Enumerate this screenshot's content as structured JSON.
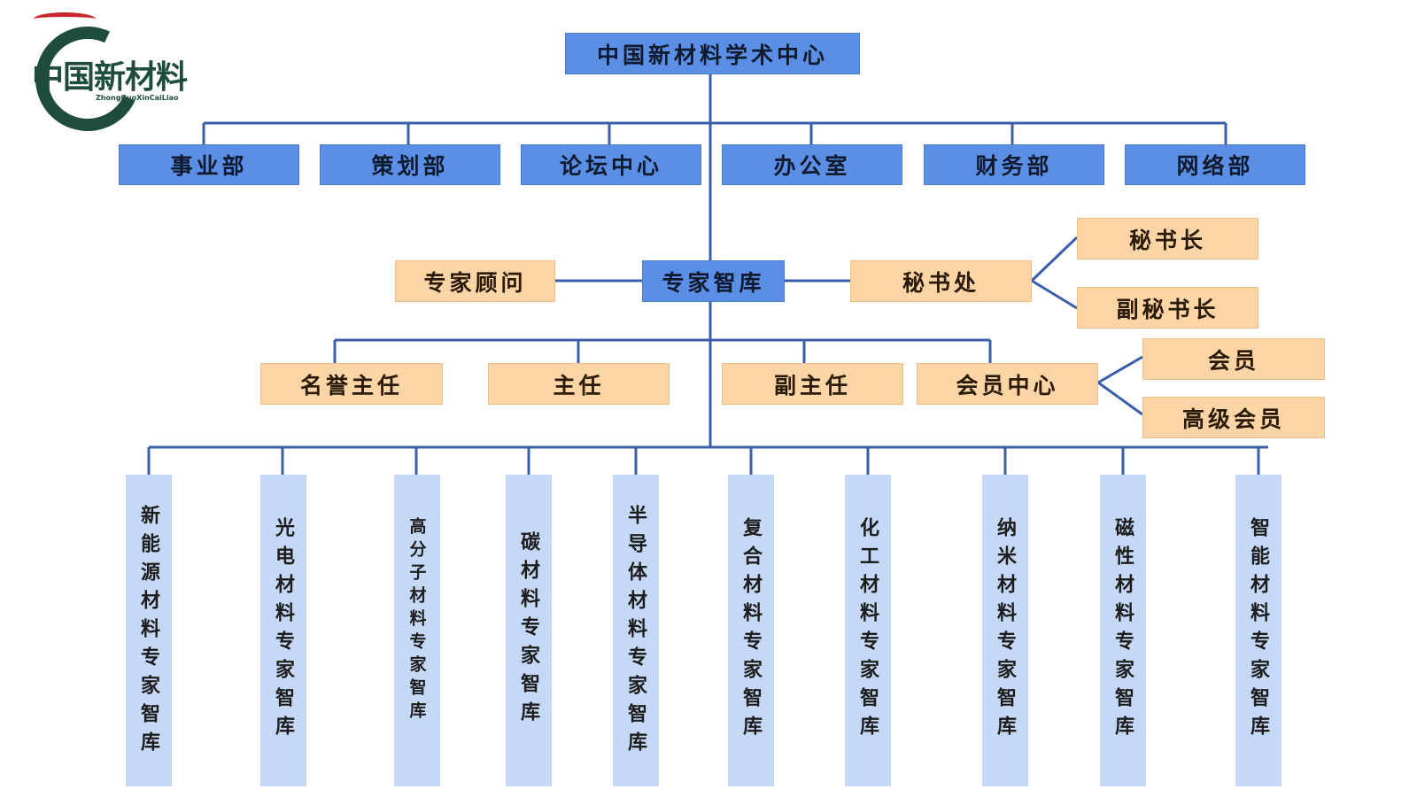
{
  "logo": {
    "name": "中国新材料",
    "pinyin": "ZhongGuoXinCaiLiao"
  },
  "root": "中国新材料学术中心",
  "departments": [
    "事业部",
    "策划部",
    "论坛中心",
    "办公室",
    "财务部",
    "网络部"
  ],
  "think_tank": "专家智库",
  "advisor": "专家顾问",
  "secretariat": {
    "label": "秘书处",
    "children": [
      "秘书长",
      "副秘书长"
    ]
  },
  "directors": [
    "名誉主任",
    "主任",
    "副主任"
  ],
  "member_center": {
    "label": "会员中心",
    "children": [
      "会员",
      "高级会员"
    ]
  },
  "expert_pools": [
    "新能源材料专家智库",
    "光电材料专家智库",
    "高分子材料专家智库",
    "碳材料专家智库",
    "半导体材料专家智库",
    "复合材料专家智库",
    "化工材料专家智库",
    "纳米材料专家智库",
    "磁性材料专家智库",
    "智能材料专家智库"
  ],
  "colors": {
    "primary": "#5b8fe6",
    "secondary": "#fbd5a5",
    "pool": "#c5d8f5",
    "line": "#3a5fa8",
    "logo": "#1f4d3d",
    "logo_accent": "#c8262b"
  }
}
